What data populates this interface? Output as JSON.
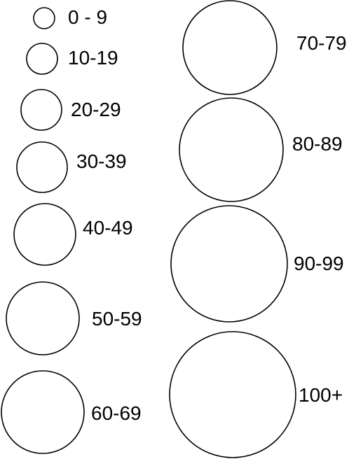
{
  "legend": {
    "items": [
      {
        "label": "0 - 9"
      },
      {
        "label": "10-19"
      },
      {
        "label": "20-29"
      },
      {
        "label": "30-39"
      },
      {
        "label": "40-49"
      },
      {
        "label": "50-59"
      },
      {
        "label": "60-69"
      },
      {
        "label": "70-79"
      },
      {
        "label": "80-89"
      },
      {
        "label": "90-99"
      },
      {
        "label": "100+"
      }
    ]
  }
}
